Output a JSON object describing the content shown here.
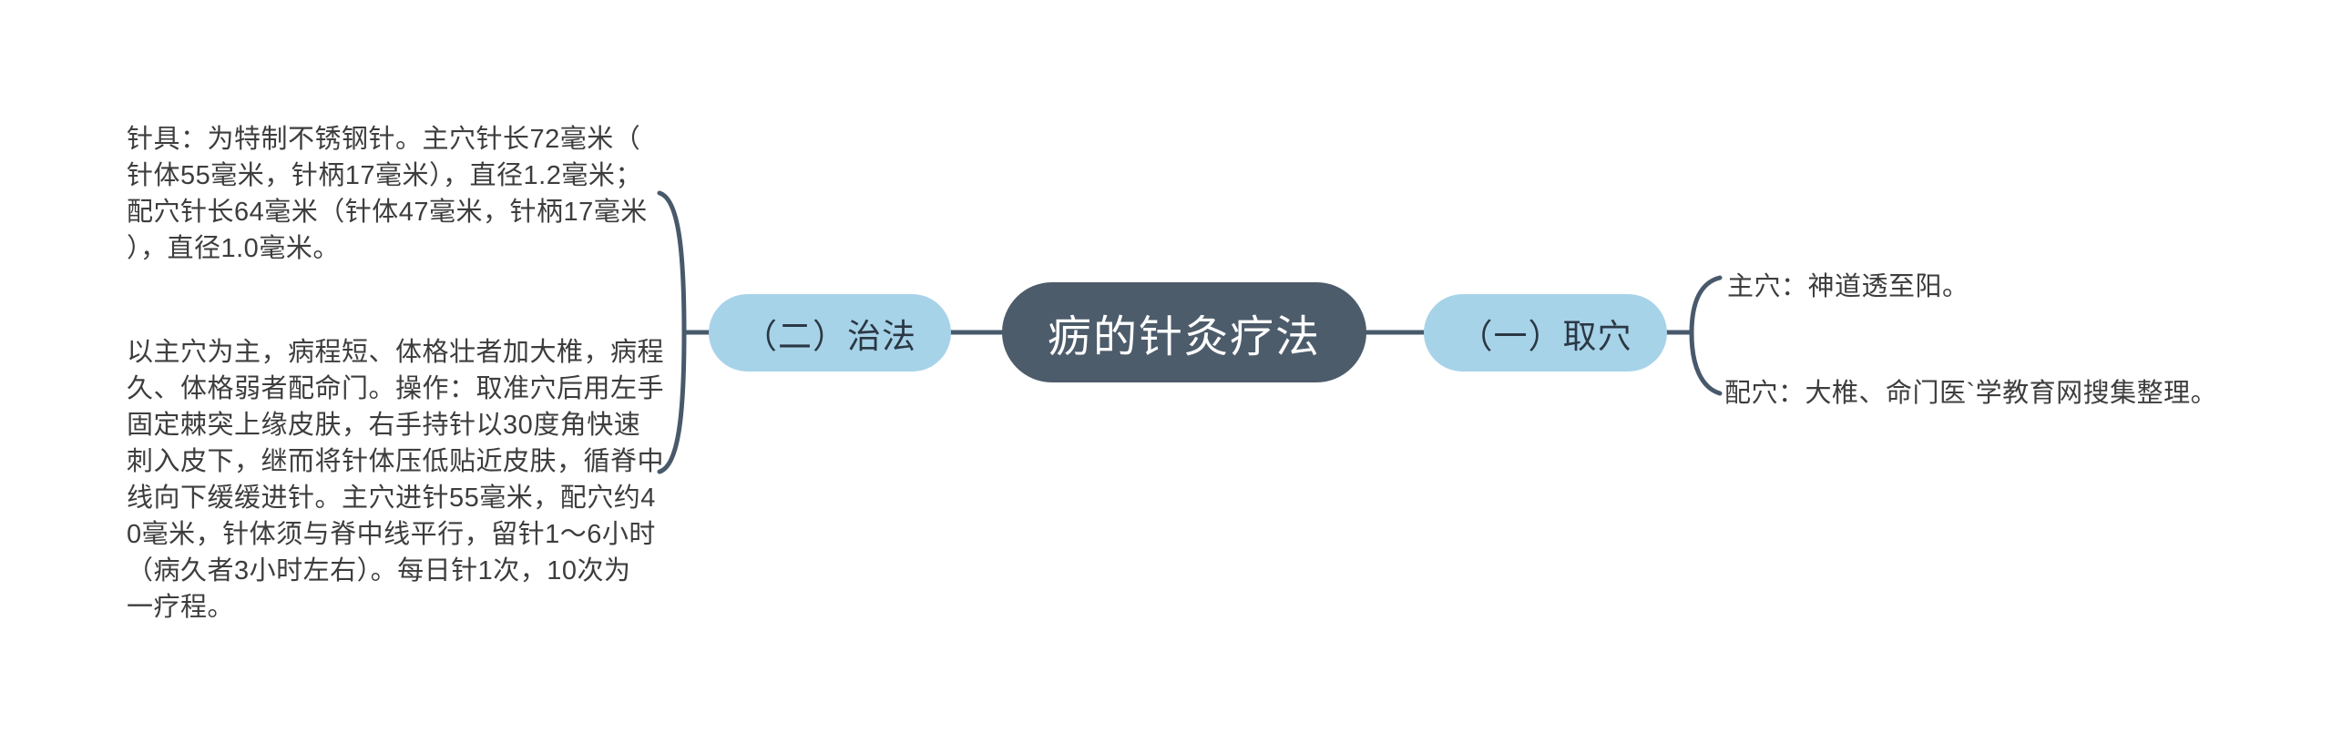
{
  "colors": {
    "root_node_bg": "#4d5c6b",
    "root_node_text": "#ffffff",
    "child_node_bg": "#a7d3e9",
    "child_node_text": "#2b3844",
    "connector": "#48596b",
    "note_text": "#3d3d3d",
    "page_bg": "#ffffff"
  },
  "mindmap": {
    "root": {
      "label": "疬的针灸疗法"
    },
    "left_branch": {
      "node_label": "（二）治法",
      "notes": [
        {
          "text": "针具：为特制不锈钢针。主穴针长72毫米（\n针体55毫米，针柄17毫米），直径1.2毫米；\n配穴针长64毫米（针体47毫米，针柄17毫米\n），直径1.0毫米。"
        },
        {
          "text": "以主穴为主，病程短、体格壮者加大椎，病程\n久、体格弱者配命门。操作：取准穴后用左手\n固定棘突上缘皮肤，右手持针以30度角快速\n刺入皮下，继而将针体压低贴近皮肤，循脊中\n线向下缓缓进针。主穴进针55毫米，配穴约4\n0毫米，针体须与脊中线平行，留针1～6小时\n（病久者3小时左右）。每日针1次，10次为\n一疗程。"
        }
      ]
    },
    "right_branch": {
      "node_label": "（一）取穴",
      "notes": [
        {
          "text": "主穴：神道透至阳。"
        },
        {
          "text": "配穴：大椎、命门医`学教育网搜集整理。"
        }
      ]
    }
  }
}
